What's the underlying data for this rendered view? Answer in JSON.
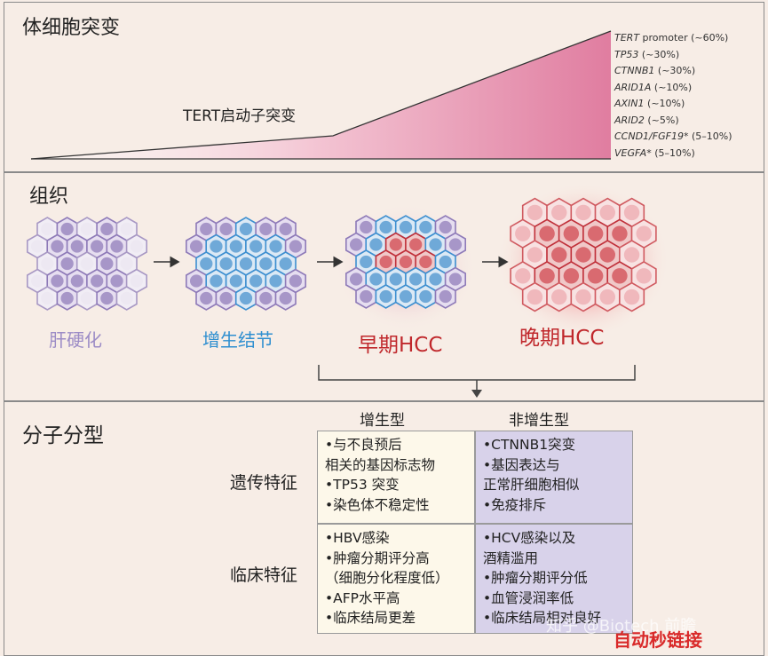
{
  "somatic": {
    "title": "体细胞突变",
    "tert_label": "TERT启动子突变",
    "mutations": [
      {
        "gene": "TERT",
        "gene_suffix": " promoter",
        "pct": " (~60%)"
      },
      {
        "gene": "TP53",
        "gene_suffix": "",
        "pct": " (~30%)"
      },
      {
        "gene": "CTNNB1",
        "gene_suffix": "",
        "pct": " (~30%)"
      },
      {
        "gene": "ARID1A",
        "gene_suffix": "",
        "pct": " (~10%)"
      },
      {
        "gene": "AXIN1",
        "gene_suffix": "",
        "pct": " (~10%)"
      },
      {
        "gene": "ARID2",
        "gene_suffix": "",
        "pct": " (~5%)"
      },
      {
        "gene": "CCND1/FGF19*",
        "gene_suffix": "",
        "pct": " (5–10%)"
      },
      {
        "gene": "VEGFA*",
        "gene_suffix": "",
        "pct": " (5–10%)"
      }
    ],
    "wedge_color": "#e07da0"
  },
  "tissue": {
    "title": "组织",
    "stages": [
      {
        "label": "肝硬化",
        "color": "#9c8cc6"
      },
      {
        "label": "增生结节",
        "color": "#2f8fd0"
      },
      {
        "label": "早期HCC",
        "color": "#c0282c"
      },
      {
        "label": "晚期HCC",
        "color": "#c0282c"
      }
    ]
  },
  "molecular": {
    "title": "分子分型",
    "col_proliferative": "增生型",
    "col_nonproliferative": "非增生型",
    "row_genetic": "遗传特征",
    "row_clinical": "临床特征",
    "genetic_prolif": [
      "•与不良预后",
      " 相关的基因标志物",
      "•TP53 突变",
      "•染色体不稳定性"
    ],
    "genetic_nonprolif": [
      "•CTNNB1突变",
      "•基因表达与",
      " 正常肝细胞相似",
      "•免疫排斥"
    ],
    "clinical_prolif": [
      "•HBV感染",
      "•肿瘤分期评分高",
      " （细胞分化程度低）",
      "•AFP水平高",
      "•临床结局更差"
    ],
    "clinical_nonprolif": [
      "•HCV感染以及",
      " 酒精滥用",
      "•肿瘤分期评分低",
      "•血管浸润率低",
      "•临床结局相对良好"
    ],
    "prolif_bg": "#fdf8ea",
    "nonprolif_bg": "#d8d2ea"
  },
  "watermark": {
    "text": "知乎 @Biotech 前瞻",
    "brand": "自动秒链接"
  }
}
